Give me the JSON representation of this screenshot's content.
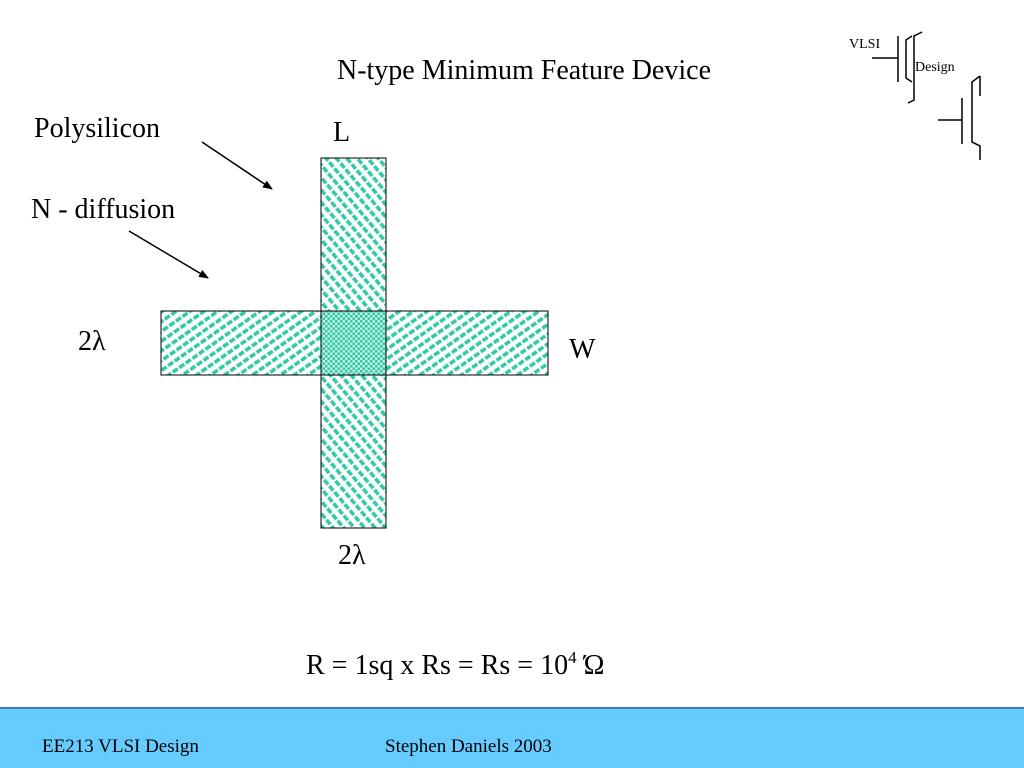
{
  "slide": {
    "title": "N-type Minimum Feature Device",
    "formula": {
      "text": "R = 1sq x Rs  = Rs = 10",
      "superscript": "4",
      "unit": "Ώ"
    }
  },
  "diagram": {
    "label_polysilicon": "Polysilicon",
    "label_ndiffusion": "N - diffusion",
    "label_L": "L",
    "label_W": "W",
    "label_width_left": "2λ",
    "label_width_bottom": "2λ"
  },
  "logo": {
    "line1": "VLSI",
    "line2": "Design"
  },
  "footer": {
    "course": "EE213 VLSI Design",
    "author": "Stephen Daniels 2003"
  },
  "colors": {
    "layer_fill": "#33c9a8",
    "footer_bg": "#66ccff"
  }
}
